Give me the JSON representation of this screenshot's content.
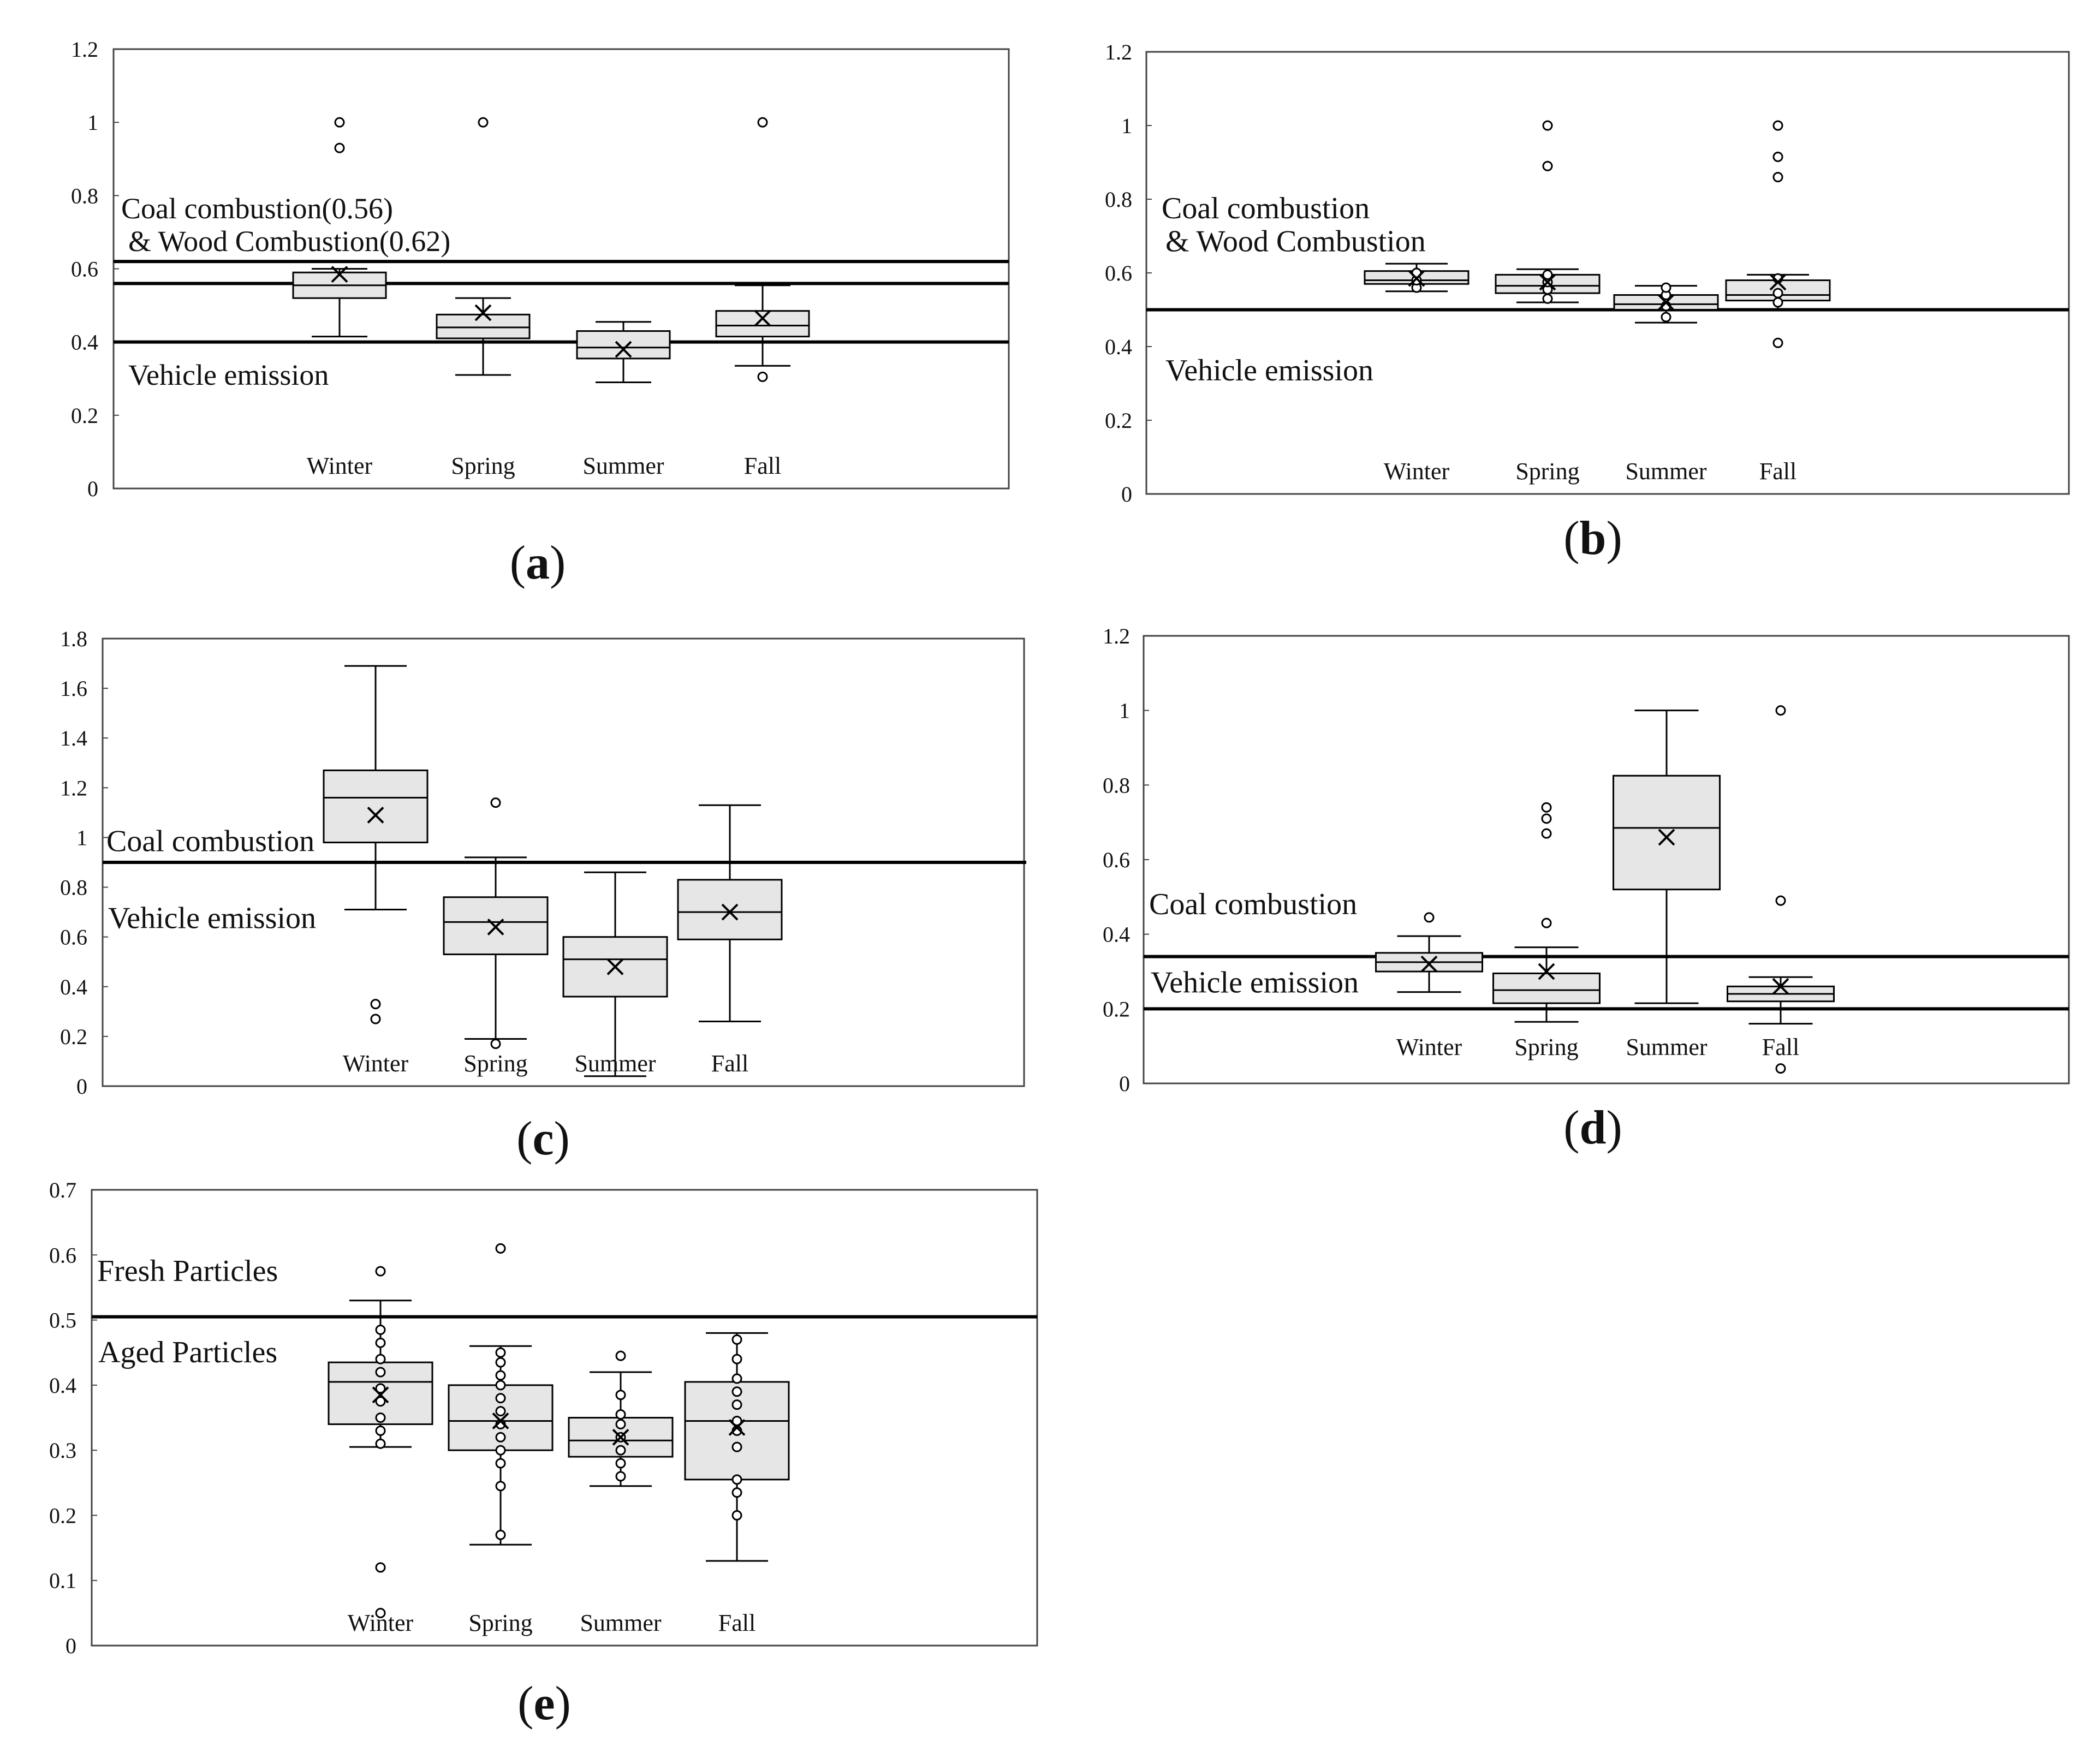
{
  "figure": {
    "title": "",
    "colors": {
      "box_fill": "#e6e6e6",
      "line": "#000000",
      "frame": "#444444"
    }
  },
  "chart_data": [
    {
      "id": "a",
      "panel_label": "a",
      "type": "box",
      "categories": [
        "Winter",
        "Spring",
        "Summer",
        "Fall"
      ],
      "ylim": [
        0,
        1.2
      ],
      "yticks": [
        0,
        0.2,
        0.4,
        0.6,
        0.8,
        1,
        1.2
      ],
      "ytick_labels": [
        "0",
        "0.2",
        "0.4",
        "0.6",
        "0.8",
        "1",
        "1.2"
      ],
      "xlabel": "",
      "ylabel": "",
      "grid": false,
      "boxes": [
        {
          "q1": 0.52,
          "median": 0.555,
          "q3": 0.59,
          "whisker_low": 0.415,
          "whisker_high": 0.6,
          "mean": 0.585,
          "outliers": [
            0.93,
            1.0
          ]
        },
        {
          "q1": 0.41,
          "median": 0.44,
          "q3": 0.475,
          "whisker_low": 0.31,
          "whisker_high": 0.52,
          "mean": 0.48,
          "outliers": [
            1.0
          ]
        },
        {
          "q1": 0.355,
          "median": 0.385,
          "q3": 0.43,
          "whisker_low": 0.29,
          "whisker_high": 0.455,
          "mean": 0.38,
          "outliers": []
        },
        {
          "q1": 0.415,
          "median": 0.445,
          "q3": 0.485,
          "whisker_low": 0.335,
          "whisker_high": 0.555,
          "mean": 0.465,
          "outliers": [
            0.305,
            1.0
          ]
        }
      ],
      "reference_lines": [
        0.62,
        0.56,
        0.4
      ],
      "annotations": [
        {
          "text": "Coal combustion(0.56)",
          "y": 0.765
        },
        {
          "text": "& Wood Combustion(0.62)",
          "y": 0.675
        },
        {
          "text": "Vehicle emission",
          "y": 0.31
        }
      ]
    },
    {
      "id": "b",
      "panel_label": "b",
      "type": "box",
      "categories": [
        "Winter",
        "Spring",
        "Summer",
        "Fall"
      ],
      "ylim": [
        0,
        1.2
      ],
      "yticks": [
        0,
        0.2,
        0.4,
        0.6,
        0.8,
        1,
        1.2
      ],
      "ytick_labels": [
        "0",
        "0.2",
        "0.4",
        "0.6",
        "0.8",
        "1",
        "1.2"
      ],
      "xlabel": "",
      "ylabel": "",
      "grid": false,
      "boxes": [
        {
          "q1": 0.57,
          "median": 0.58,
          "q3": 0.605,
          "whisker_low": 0.55,
          "whisker_high": 0.625,
          "mean": 0.585,
          "outliers": [
            0.56,
            0.58,
            0.6
          ]
        },
        {
          "q1": 0.545,
          "median": 0.565,
          "q3": 0.595,
          "whisker_low": 0.52,
          "whisker_high": 0.61,
          "mean": 0.575,
          "outliers": [
            0.53,
            0.555,
            0.575,
            0.595,
            0.89,
            1.0
          ]
        },
        {
          "q1": 0.5,
          "median": 0.515,
          "q3": 0.54,
          "whisker_low": 0.465,
          "whisker_high": 0.565,
          "mean": 0.52,
          "outliers": [
            0.48,
            0.51,
            0.54,
            0.56
          ]
        },
        {
          "q1": 0.525,
          "median": 0.54,
          "q3": 0.58,
          "whisker_low": 0.5,
          "whisker_high": 0.595,
          "mean": 0.575,
          "outliers": [
            0.41,
            0.52,
            0.545,
            0.585,
            0.86,
            0.915,
            1.0
          ]
        }
      ],
      "reference_lines": [
        0.5
      ],
      "annotations": [
        {
          "text": "Coal combustion",
          "y": 0.775
        },
        {
          "text": "& Wood Combustion",
          "y": 0.685
        },
        {
          "text": "Vehicle emission",
          "y": 0.335
        }
      ]
    },
    {
      "id": "c",
      "panel_label": "c",
      "type": "box",
      "categories": [
        "Winter",
        "Spring",
        "Summer",
        "Fall"
      ],
      "ylim": [
        0,
        1.8
      ],
      "yticks": [
        0,
        0.2,
        0.4,
        0.6,
        0.8,
        1,
        1.2,
        1.4,
        1.6,
        1.8
      ],
      "ytick_labels": [
        "0",
        "0.2",
        "0.4",
        "0.6",
        "0.8",
        "1",
        "1.2",
        "1.4",
        "1.6",
        "1.8"
      ],
      "xlabel": "",
      "ylabel": "",
      "grid": false,
      "boxes": [
        {
          "q1": 0.98,
          "median": 1.16,
          "q3": 1.27,
          "whisker_low": 0.71,
          "whisker_high": 1.69,
          "mean": 1.09,
          "outliers": [
            0.27,
            0.33
          ]
        },
        {
          "q1": 0.53,
          "median": 0.66,
          "q3": 0.76,
          "whisker_low": 0.19,
          "whisker_high": 0.92,
          "mean": 0.64,
          "outliers": [
            0.17,
            1.14
          ]
        },
        {
          "q1": 0.36,
          "median": 0.51,
          "q3": 0.6,
          "whisker_low": 0.04,
          "whisker_high": 0.86,
          "mean": 0.48,
          "outliers": []
        },
        {
          "q1": 0.59,
          "median": 0.7,
          "q3": 0.83,
          "whisker_low": 0.26,
          "whisker_high": 1.13,
          "mean": 0.7,
          "outliers": []
        }
      ],
      "reference_lines": [
        0.9
      ],
      "annotations": [
        {
          "text": "Coal combustion",
          "y": 0.985
        },
        {
          "text": "Vehicle emission",
          "y": 0.675
        }
      ]
    },
    {
      "id": "d",
      "panel_label": "d",
      "type": "box",
      "categories": [
        "Winter",
        "Spring",
        "Summer",
        "Fall"
      ],
      "ylim": [
        0,
        1.2
      ],
      "yticks": [
        0,
        0.2,
        0.4,
        0.6,
        0.8,
        1,
        1.2
      ],
      "ytick_labels": [
        "0",
        "0.2",
        "0.4",
        "0.6",
        "0.8",
        "1",
        "1.2"
      ],
      "xlabel": "",
      "ylabel": "",
      "grid": false,
      "boxes": [
        {
          "q1": 0.3,
          "median": 0.325,
          "q3": 0.35,
          "whisker_low": 0.245,
          "whisker_high": 0.395,
          "mean": 0.32,
          "outliers": [
            0.445
          ]
        },
        {
          "q1": 0.215,
          "median": 0.25,
          "q3": 0.295,
          "whisker_low": 0.165,
          "whisker_high": 0.365,
          "mean": 0.3,
          "outliers": [
            0.43,
            0.67,
            0.71,
            0.74
          ]
        },
        {
          "q1": 0.52,
          "median": 0.685,
          "q3": 0.825,
          "whisker_low": 0.215,
          "whisker_high": 1.0,
          "mean": 0.66,
          "outliers": []
        },
        {
          "q1": 0.22,
          "median": 0.24,
          "q3": 0.26,
          "whisker_low": 0.16,
          "whisker_high": 0.285,
          "mean": 0.26,
          "outliers": [
            0.04,
            0.49,
            1.0
          ]
        }
      ],
      "reference_lines": [
        0.34,
        0.2
      ],
      "annotations": [
        {
          "text": "Coal combustion",
          "y": 0.48
        },
        {
          "text": "Vehicle emission",
          "y": 0.27
        }
      ]
    },
    {
      "id": "e",
      "panel_label": "e",
      "type": "box",
      "categories": [
        "Winter",
        "Spring",
        "Summer",
        "Fall"
      ],
      "ylim": [
        0,
        0.7
      ],
      "yticks": [
        0,
        0.1,
        0.2,
        0.3,
        0.4,
        0.5,
        0.6,
        0.7
      ],
      "ytick_labels": [
        "0",
        "0.1",
        "0.2",
        "0.3",
        "0.4",
        "0.5",
        "0.6",
        "0.7"
      ],
      "xlabel": "",
      "ylabel": "",
      "grid": false,
      "boxes": [
        {
          "q1": 0.34,
          "median": 0.405,
          "q3": 0.435,
          "whisker_low": 0.305,
          "whisker_high": 0.53,
          "mean": 0.385,
          "outliers": [
            0.05,
            0.12,
            0.31,
            0.33,
            0.35,
            0.375,
            0.395,
            0.42,
            0.44,
            0.465,
            0.485,
            0.575
          ]
        },
        {
          "q1": 0.3,
          "median": 0.345,
          "q3": 0.4,
          "whisker_low": 0.155,
          "whisker_high": 0.46,
          "mean": 0.345,
          "outliers": [
            0.17,
            0.245,
            0.28,
            0.3,
            0.32,
            0.34,
            0.36,
            0.38,
            0.4,
            0.415,
            0.435,
            0.45,
            0.61
          ]
        },
        {
          "q1": 0.29,
          "median": 0.315,
          "q3": 0.35,
          "whisker_low": 0.245,
          "whisker_high": 0.42,
          "mean": 0.32,
          "outliers": [
            0.26,
            0.28,
            0.3,
            0.32,
            0.34,
            0.355,
            0.385,
            0.445
          ]
        },
        {
          "q1": 0.255,
          "median": 0.345,
          "q3": 0.405,
          "whisker_low": 0.13,
          "whisker_high": 0.48,
          "mean": 0.335,
          "outliers": [
            0.2,
            0.235,
            0.255,
            0.305,
            0.33,
            0.345,
            0.37,
            0.39,
            0.41,
            0.44,
            0.47
          ]
        }
      ],
      "reference_lines": [
        0.505
      ],
      "annotations": [
        {
          "text": "Fresh Particles",
          "y": 0.575
        },
        {
          "text": "Aged Particles",
          "y": 0.45
        }
      ]
    }
  ]
}
